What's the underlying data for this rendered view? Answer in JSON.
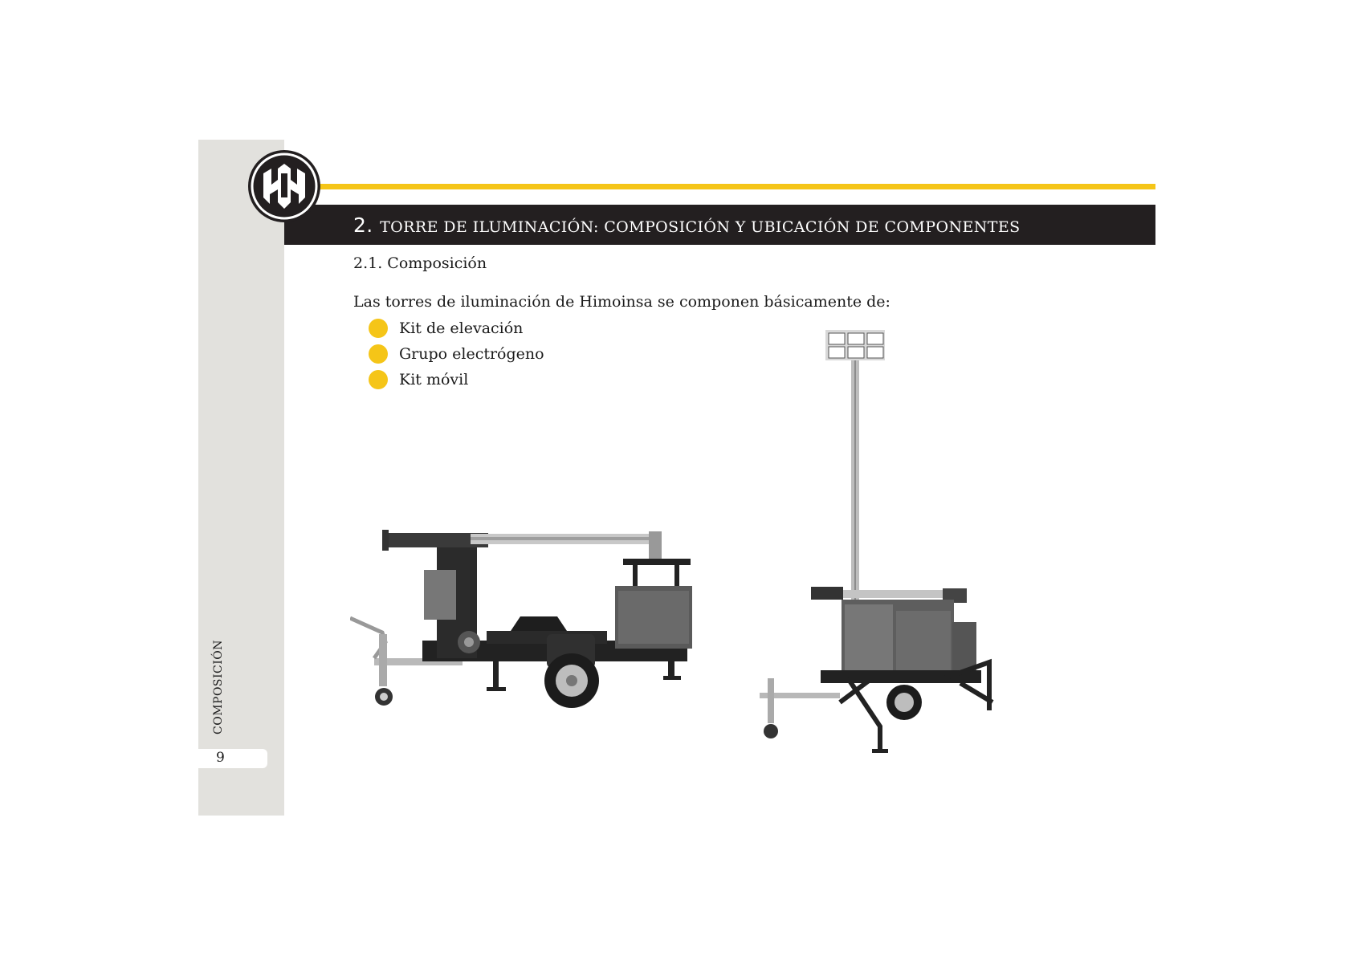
{
  "header": {
    "section_number": "2.",
    "section_title": "TORRE DE ILUMINACIÓN: COMPOSICIÓN Y UBICACIÓN DE COMPONENTES"
  },
  "sidebar": {
    "section_label": "COMPOSICIÓN",
    "page_number": "9"
  },
  "content": {
    "subheading": "2.1. Composición",
    "intro": "Las torres de iluminación de Himoinsa se componen básicamente de:",
    "bullets": [
      {
        "label": "Kit de elevación"
      },
      {
        "label": "Grupo electrógeno"
      },
      {
        "label": "Kit móvil"
      }
    ]
  },
  "colors": {
    "accent_yellow": "#f5c518",
    "title_bar": "#231f20",
    "sidebar": "#e2e1dd"
  }
}
